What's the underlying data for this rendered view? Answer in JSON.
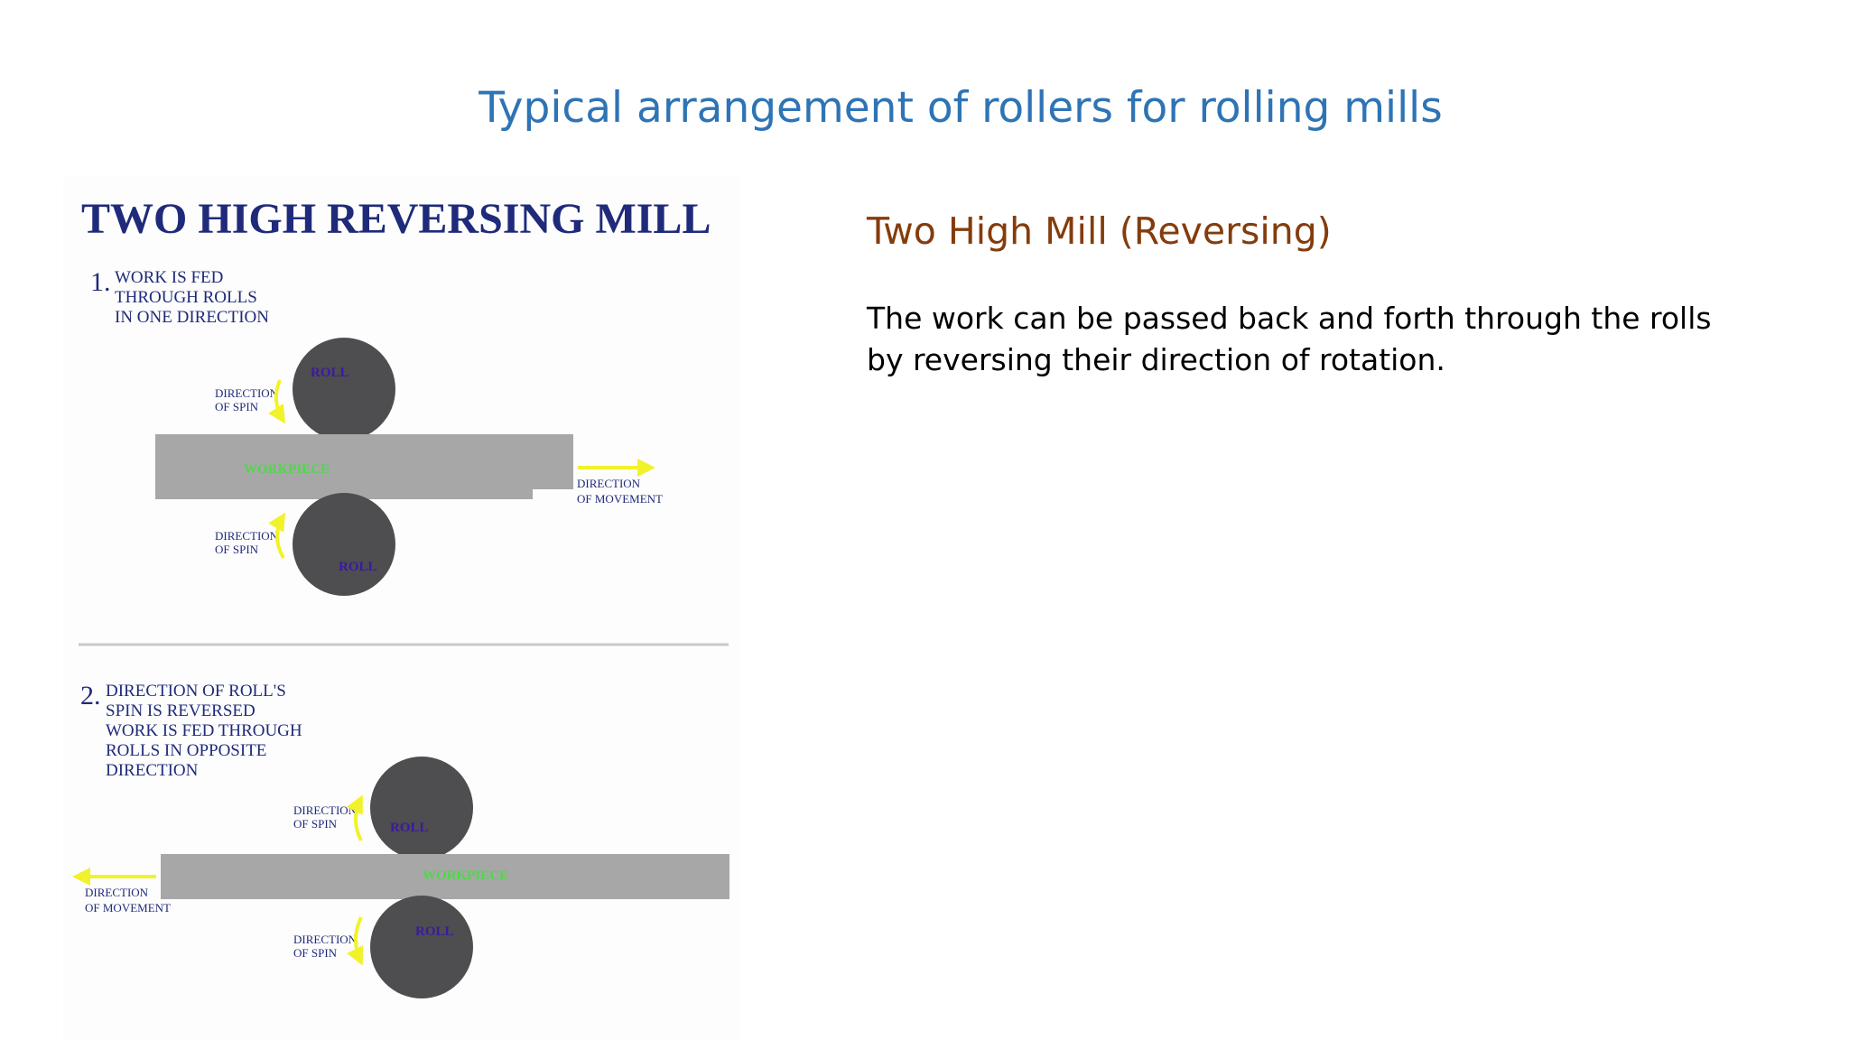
{
  "slide": {
    "title": "Typical arrangement of rollers for rolling mills",
    "subtitle": "Two High Mill (Reversing)",
    "body_lines": [
      "The work can be passed back and forth through the rolls",
      "by reversing their direction of rotation."
    ]
  },
  "figure": {
    "title": "TWO HIGH REVERSING MILL",
    "step1": {
      "number": "1.",
      "lines": [
        "WORK IS FED",
        "THROUGH ROLLS",
        "IN ONE DIRECTION"
      ],
      "spin_top": [
        "DIRECTION",
        "OF SPIN"
      ],
      "spin_bottom": [
        "DIRECTION",
        "OF SPIN"
      ],
      "roll_top": "ROLL",
      "roll_bottom": "ROLL",
      "workpiece": "WORKPIECE",
      "movement": [
        "DIRECTION",
        "OF MOVEMENT"
      ]
    },
    "step2": {
      "number": "2.",
      "lines": [
        "DIRECTION OF ROLL'S",
        "SPIN IS REVERSED",
        "WORK IS FED THROUGH",
        "ROLLS IN OPPOSITE",
        "DIRECTION"
      ],
      "spin_top": [
        "DIRECTION",
        "OF SPIN"
      ],
      "spin_bottom": [
        "DIRECTION",
        "OF SPIN"
      ],
      "roll_top": "ROLL",
      "roll_bottom": "ROLL",
      "workpiece": "WORKPIECE",
      "movement": [
        "DIRECTION",
        "OF MOVEMENT"
      ]
    },
    "colors": {
      "roll": "#4e4d50",
      "workpiece": "#a7a7a7",
      "arrow": "#f2f22a",
      "text": "#1f2a7a"
    }
  }
}
